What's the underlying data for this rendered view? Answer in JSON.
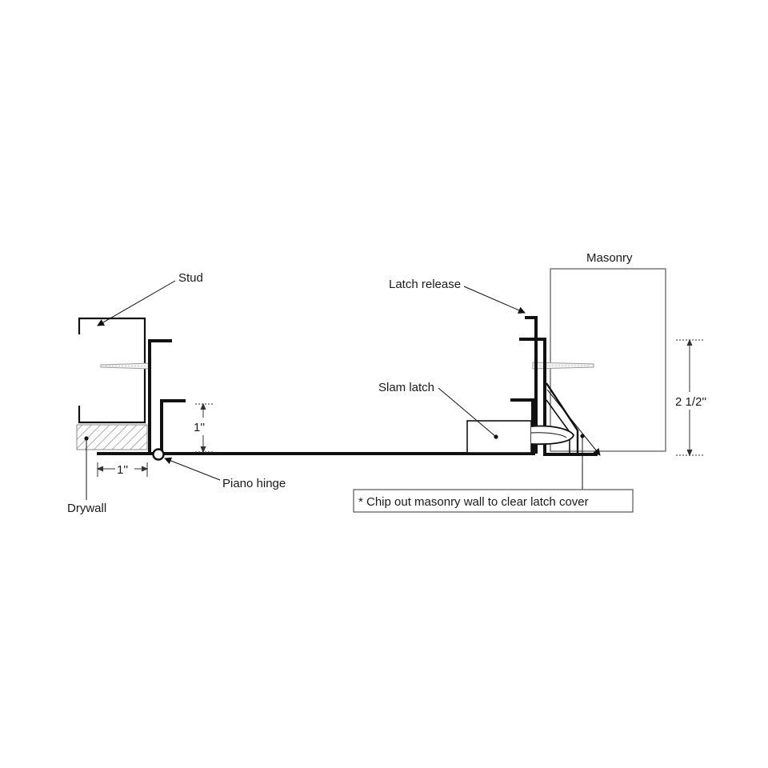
{
  "labels": {
    "stud": "Stud",
    "drywall": "Drywall",
    "piano_hinge": "Piano hinge",
    "latch_release": "Latch release",
    "slam_latch": "Slam latch",
    "masonry": "Masonry"
  },
  "dimensions": {
    "flange_depth": "1''",
    "drywall_width": "1''",
    "masonry_depth": "2 1/2''"
  },
  "note": "* Chip out masonry wall to clear latch cover",
  "colors": {
    "line": "#111111",
    "thin_line": "#333333",
    "hatch": "#8a8a8a",
    "background": "#ffffff"
  }
}
